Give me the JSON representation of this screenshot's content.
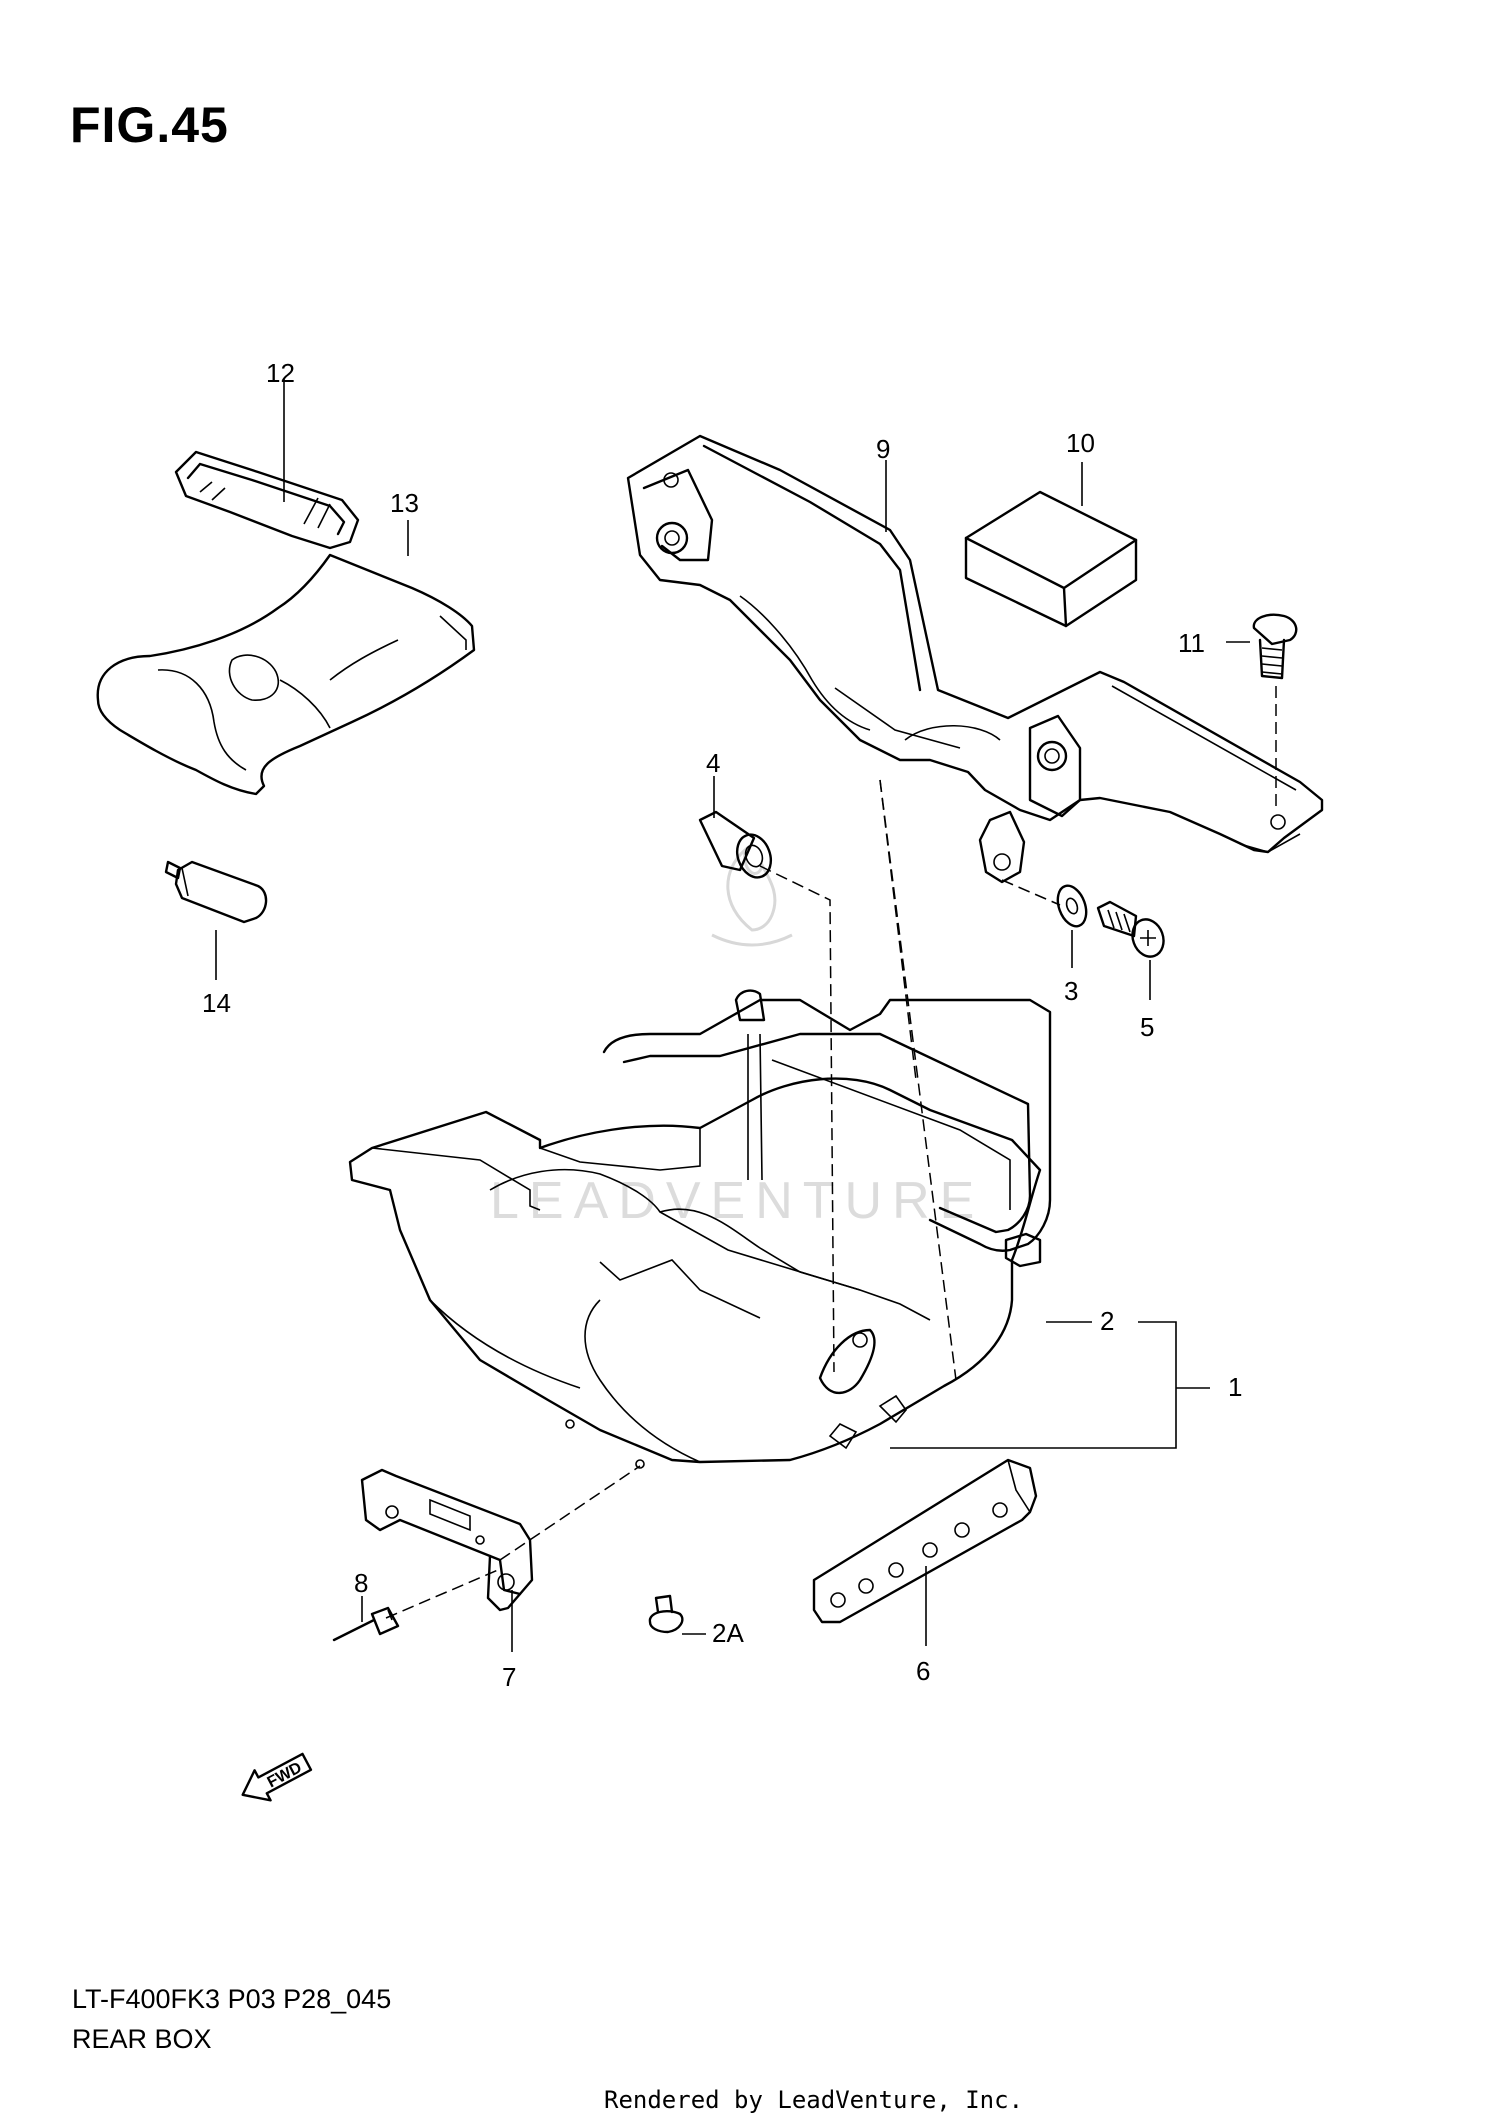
{
  "figure": {
    "title": "FIG.45",
    "model_code": "LT-F400FK3 P03 P28_045",
    "name": "REAR BOX",
    "render_credit": "Rendered by LeadVenture, Inc.",
    "watermark_text": "LEADVENTURE",
    "forward_arrow_label": "FWD"
  },
  "parts": [
    {
      "id": "1",
      "label": "1"
    },
    {
      "id": "2",
      "label": "2"
    },
    {
      "id": "2A",
      "label": "2A"
    },
    {
      "id": "3",
      "label": "3"
    },
    {
      "id": "4",
      "label": "4"
    },
    {
      "id": "5",
      "label": "5"
    },
    {
      "id": "6",
      "label": "6"
    },
    {
      "id": "7",
      "label": "7"
    },
    {
      "id": "8",
      "label": "8"
    },
    {
      "id": "9",
      "label": "9"
    },
    {
      "id": "10",
      "label": "10"
    },
    {
      "id": "11",
      "label": "11"
    },
    {
      "id": "12",
      "label": "12"
    },
    {
      "id": "13",
      "label": "13"
    },
    {
      "id": "14",
      "label": "14"
    }
  ]
}
